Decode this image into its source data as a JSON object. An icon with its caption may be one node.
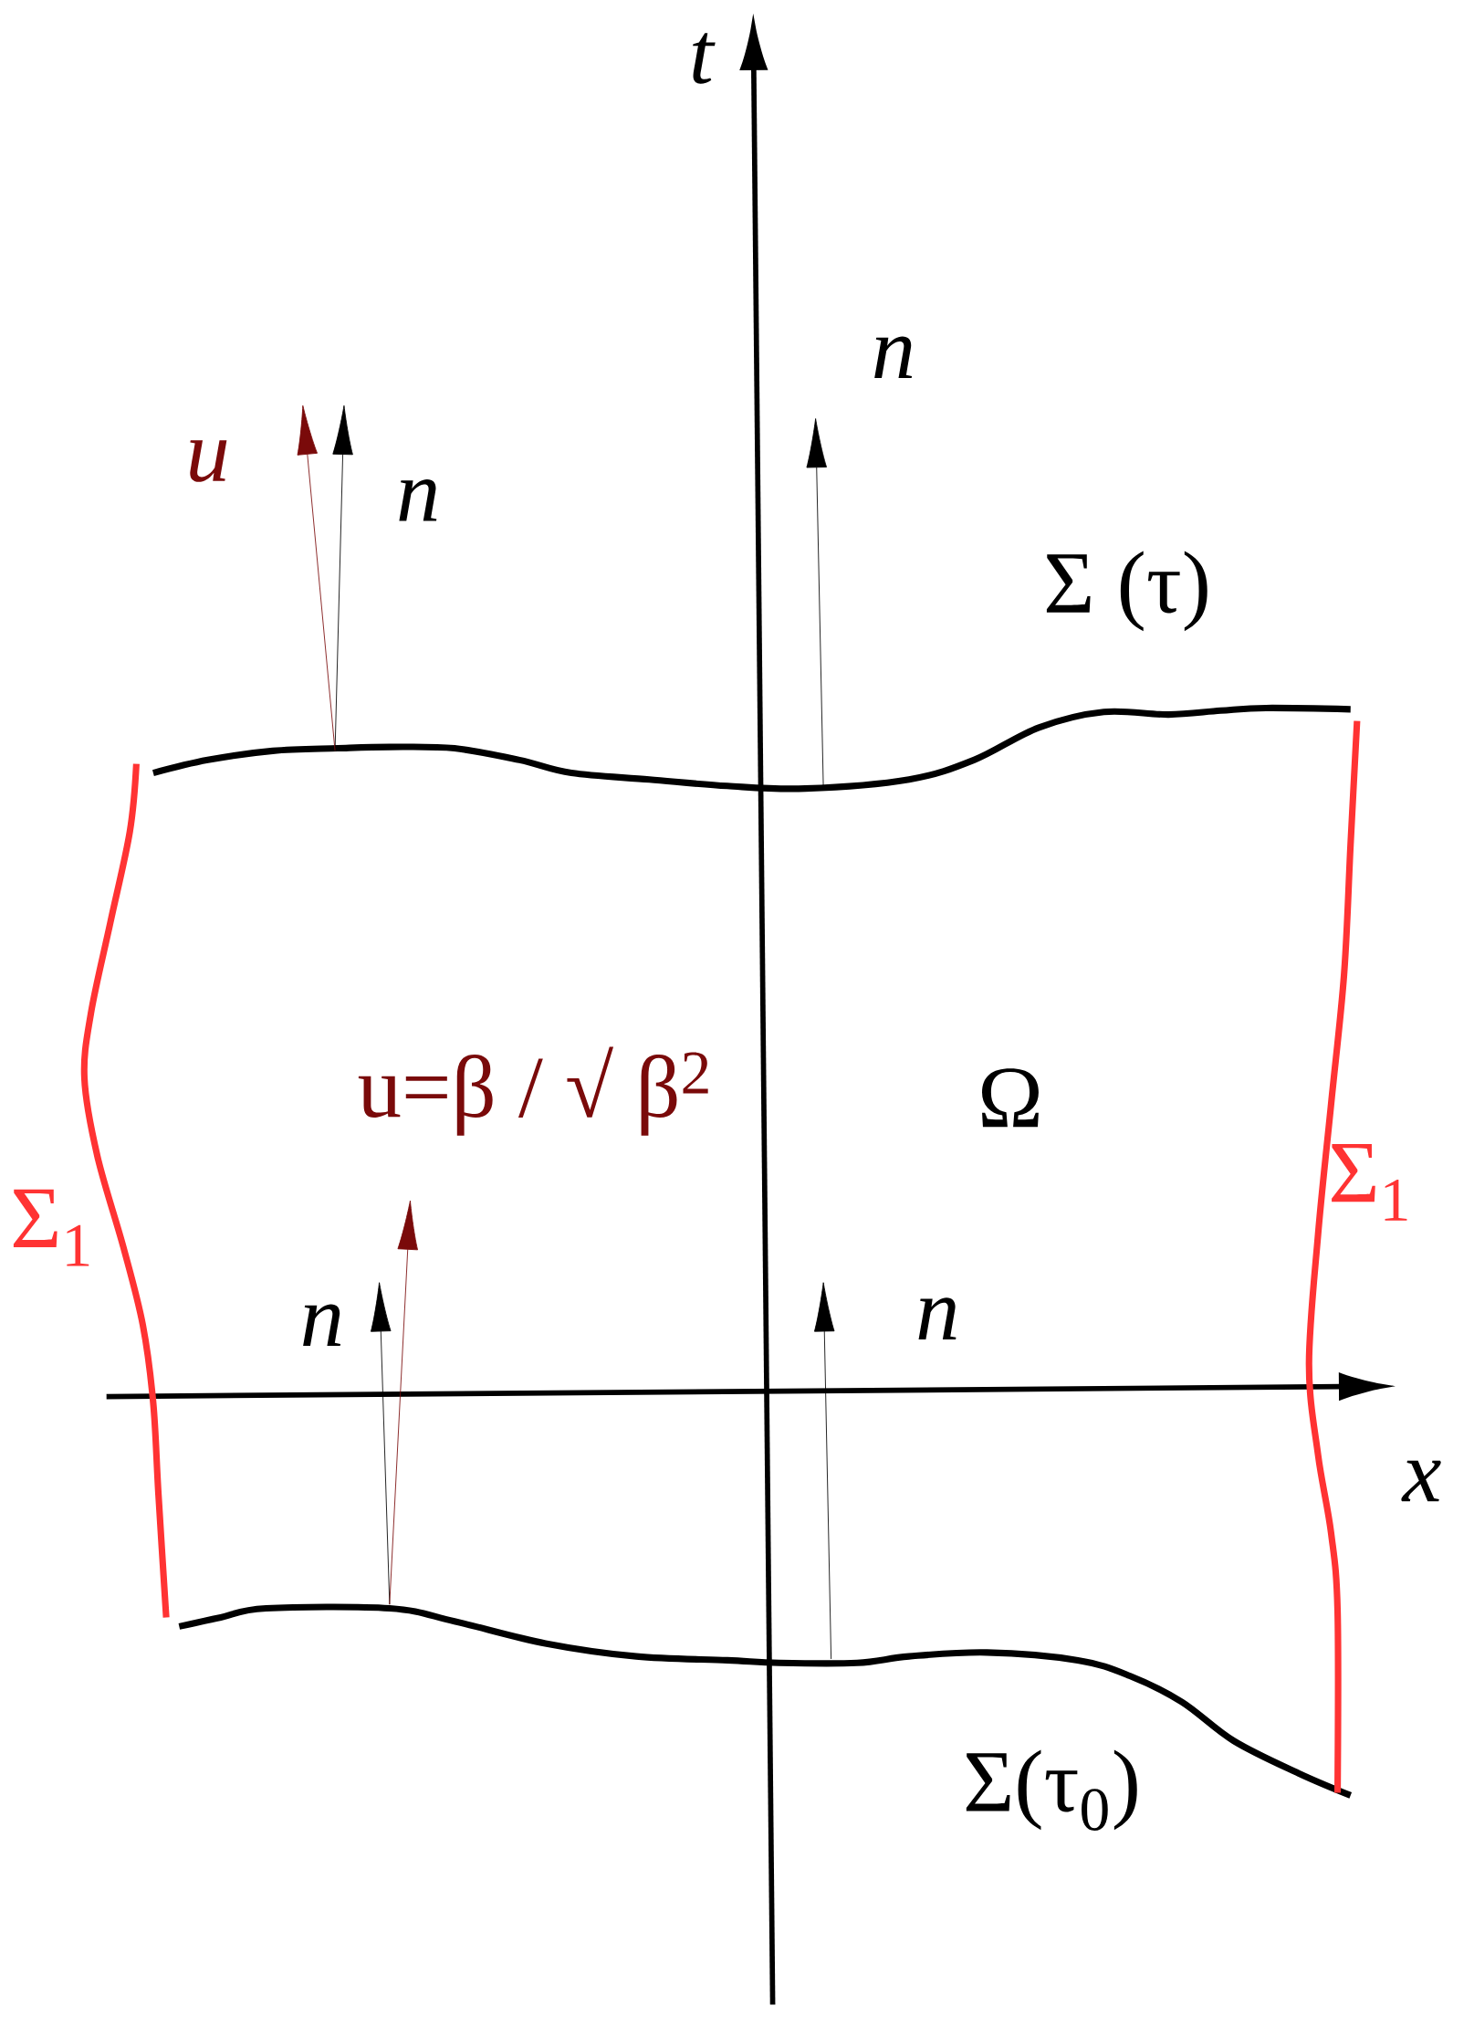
{
  "diagram": {
    "labels": [
      "t",
      "n",
      "u",
      "n",
      "Σ (τ)",
      "u=β / √ β$^{2}$",
      "Ω",
      "Σ$_{1}$",
      "Σ$_{1}$",
      "n",
      "n",
      "x",
      "Σ(τ$_{0}$)"
    ]
  }
}
